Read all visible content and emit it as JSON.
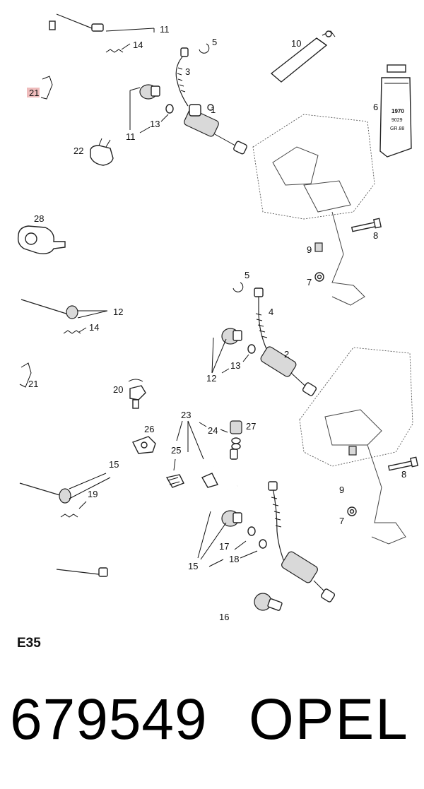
{
  "diagram": {
    "code": "E35",
    "part_number": "679549",
    "brand": "OPEL",
    "tube_label": [
      "1970",
      "9029",
      "GR.88"
    ],
    "highlight_color": "#e8a0a0",
    "callouts": {
      "c11a": "11",
      "c14a": "14",
      "c5a": "5",
      "c10": "10",
      "c3": "3",
      "c6": "6",
      "c21a": "21",
      "c1": "1",
      "c13a": "13",
      "c11b": "11",
      "c22": "22",
      "c28": "28",
      "c8a": "8",
      "c9a": "9",
      "c7a": "7",
      "c5b": "5",
      "c4": "4",
      "c12a": "12",
      "c14b": "14",
      "c2": "2",
      "c13b": "13",
      "c12b": "12",
      "c21b": "21",
      "c20": "20",
      "c23": "23",
      "c24": "24",
      "c27": "27",
      "c26": "26",
      "c25": "25",
      "c15a": "15",
      "c19": "19",
      "c8b": "8",
      "c9b": "9",
      "c7b": "7",
      "c17": "17",
      "c18": "18",
      "c15b": "15",
      "c16": "16"
    }
  }
}
